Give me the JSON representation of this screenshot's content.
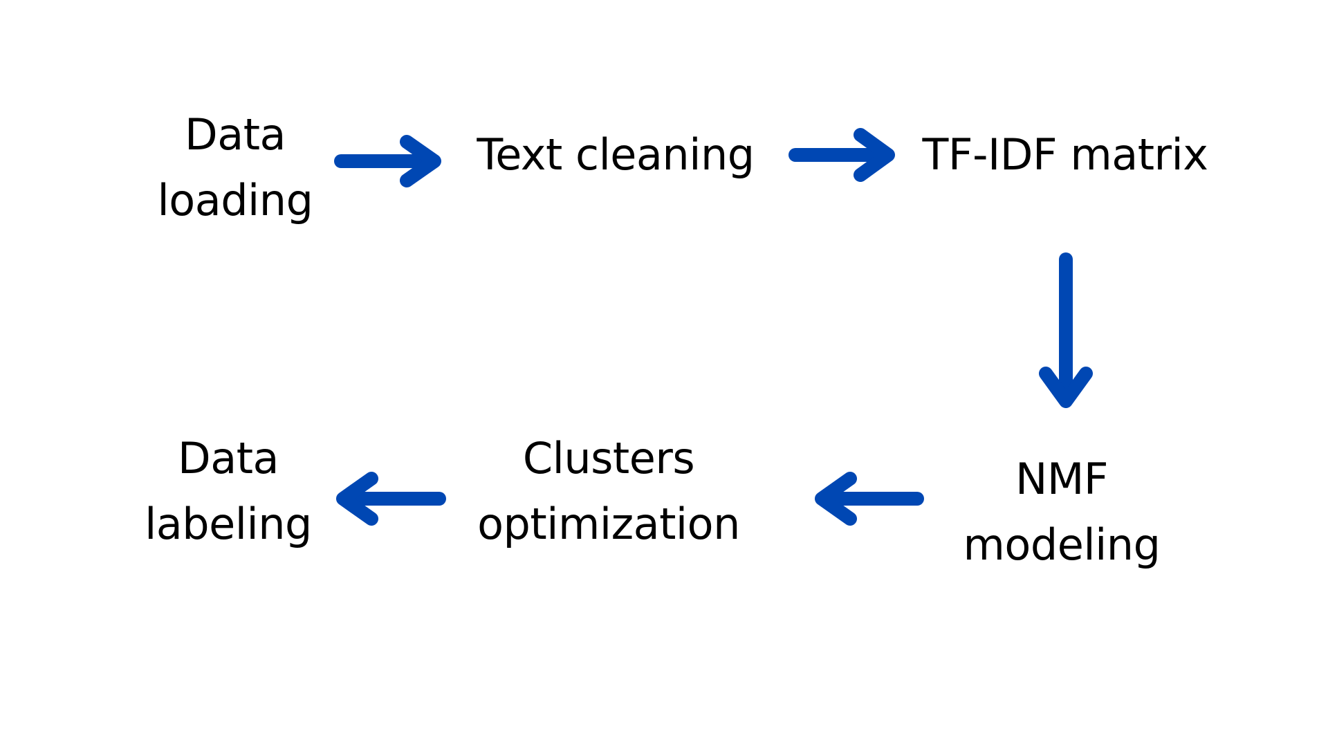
{
  "diagram": {
    "accent_color": "#0047B3",
    "text_color": "#000000",
    "background_color": "#FFFFFF",
    "nodes": [
      {
        "id": "data-loading",
        "lines": [
          "Data",
          "loading"
        ]
      },
      {
        "id": "text-cleaning",
        "lines": [
          "Text cleaning"
        ]
      },
      {
        "id": "tfidf-matrix",
        "lines": [
          "TF-IDF matrix"
        ]
      },
      {
        "id": "nmf-modeling",
        "lines": [
          "NMF",
          "modeling"
        ]
      },
      {
        "id": "clusters-optimization",
        "lines": [
          "Clusters",
          "optimization"
        ]
      },
      {
        "id": "data-labeling",
        "lines": [
          "Data",
          "labeling"
        ]
      }
    ],
    "edges": [
      {
        "from": "data-loading",
        "to": "text-cleaning",
        "direction": "right"
      },
      {
        "from": "text-cleaning",
        "to": "tfidf-matrix",
        "direction": "right"
      },
      {
        "from": "tfidf-matrix",
        "to": "nmf-modeling",
        "direction": "down"
      },
      {
        "from": "nmf-modeling",
        "to": "clusters-optimization",
        "direction": "left"
      },
      {
        "from": "clusters-optimization",
        "to": "data-labeling",
        "direction": "left"
      }
    ]
  }
}
